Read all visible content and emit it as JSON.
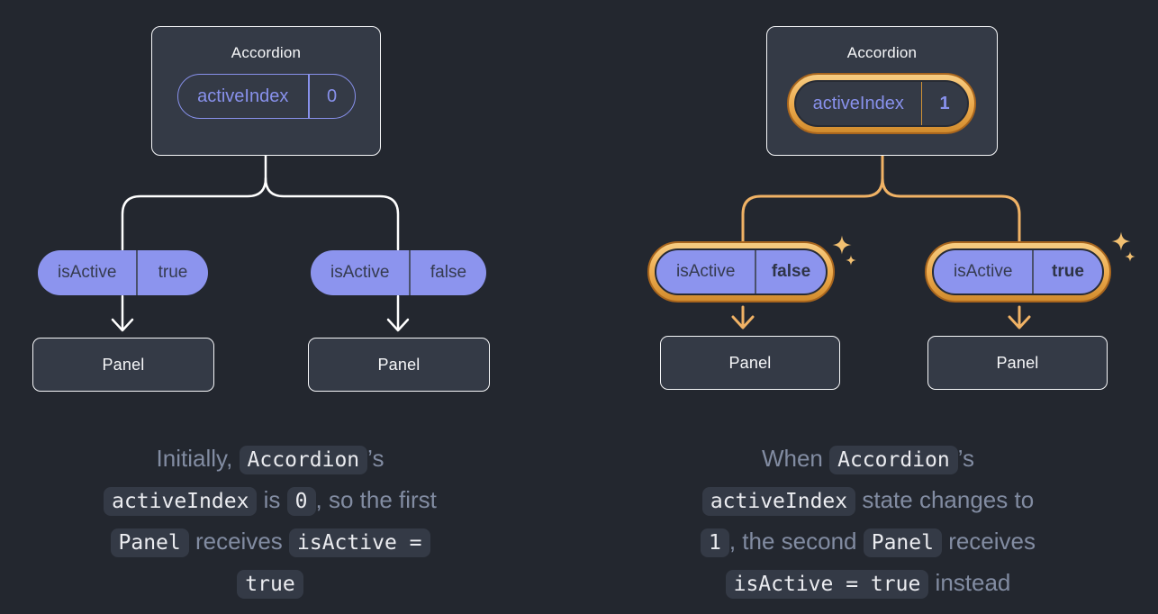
{
  "colors": {
    "background": "#23272f",
    "card_fill": "#343a46",
    "card_border": "#f6f7f9",
    "purple_accent": "#8891ec",
    "pill_fill": "#8c94ee",
    "pill_text": "#353b4f",
    "highlight_gold": "#f0b265",
    "caption_text": "#828ca2",
    "code_chip_bg": "#343a46",
    "code_chip_text": "#ebecf0"
  },
  "left_tree": {
    "accordion": {
      "title": "Accordion",
      "state": {
        "key": "activeIndex",
        "value": "0"
      }
    },
    "pills": [
      {
        "key": "isActive",
        "value": "true"
      },
      {
        "key": "isActive",
        "value": "false"
      }
    ],
    "panels": [
      "Panel",
      "Panel"
    ]
  },
  "right_tree": {
    "accordion": {
      "title": "Accordion",
      "state": {
        "key": "activeIndex",
        "value": "1"
      }
    },
    "pills": [
      {
        "key": "isActive",
        "value": "false"
      },
      {
        "key": "isActive",
        "value": "true"
      }
    ],
    "panels": [
      "Panel",
      "Panel"
    ]
  },
  "captions": {
    "left": [
      {
        "t": "plain",
        "v": "Initially, "
      },
      {
        "t": "code",
        "v": "Accordion"
      },
      {
        "t": "plain",
        "v": "’s"
      },
      {
        "t": "br"
      },
      {
        "t": "code",
        "v": "activeIndex"
      },
      {
        "t": "plain",
        "v": " is "
      },
      {
        "t": "code",
        "v": "0"
      },
      {
        "t": "plain",
        "v": ", so the first"
      },
      {
        "t": "br"
      },
      {
        "t": "code",
        "v": "Panel"
      },
      {
        "t": "plain",
        "v": " receives "
      },
      {
        "t": "code",
        "v": "isActive ="
      },
      {
        "t": "br"
      },
      {
        "t": "code",
        "v": "true"
      }
    ],
    "right": [
      {
        "t": "plain",
        "v": "When "
      },
      {
        "t": "code",
        "v": "Accordion"
      },
      {
        "t": "plain",
        "v": "’s"
      },
      {
        "t": "br"
      },
      {
        "t": "code",
        "v": "activeIndex"
      },
      {
        "t": "plain",
        "v": " state changes to"
      },
      {
        "t": "br"
      },
      {
        "t": "code",
        "v": "1"
      },
      {
        "t": "plain",
        "v": ", the second "
      },
      {
        "t": "code",
        "v": "Panel"
      },
      {
        "t": "plain",
        "v": " receives"
      },
      {
        "t": "br"
      },
      {
        "t": "code",
        "v": "isActive = true"
      },
      {
        "t": "plain",
        "v": " instead"
      }
    ]
  }
}
